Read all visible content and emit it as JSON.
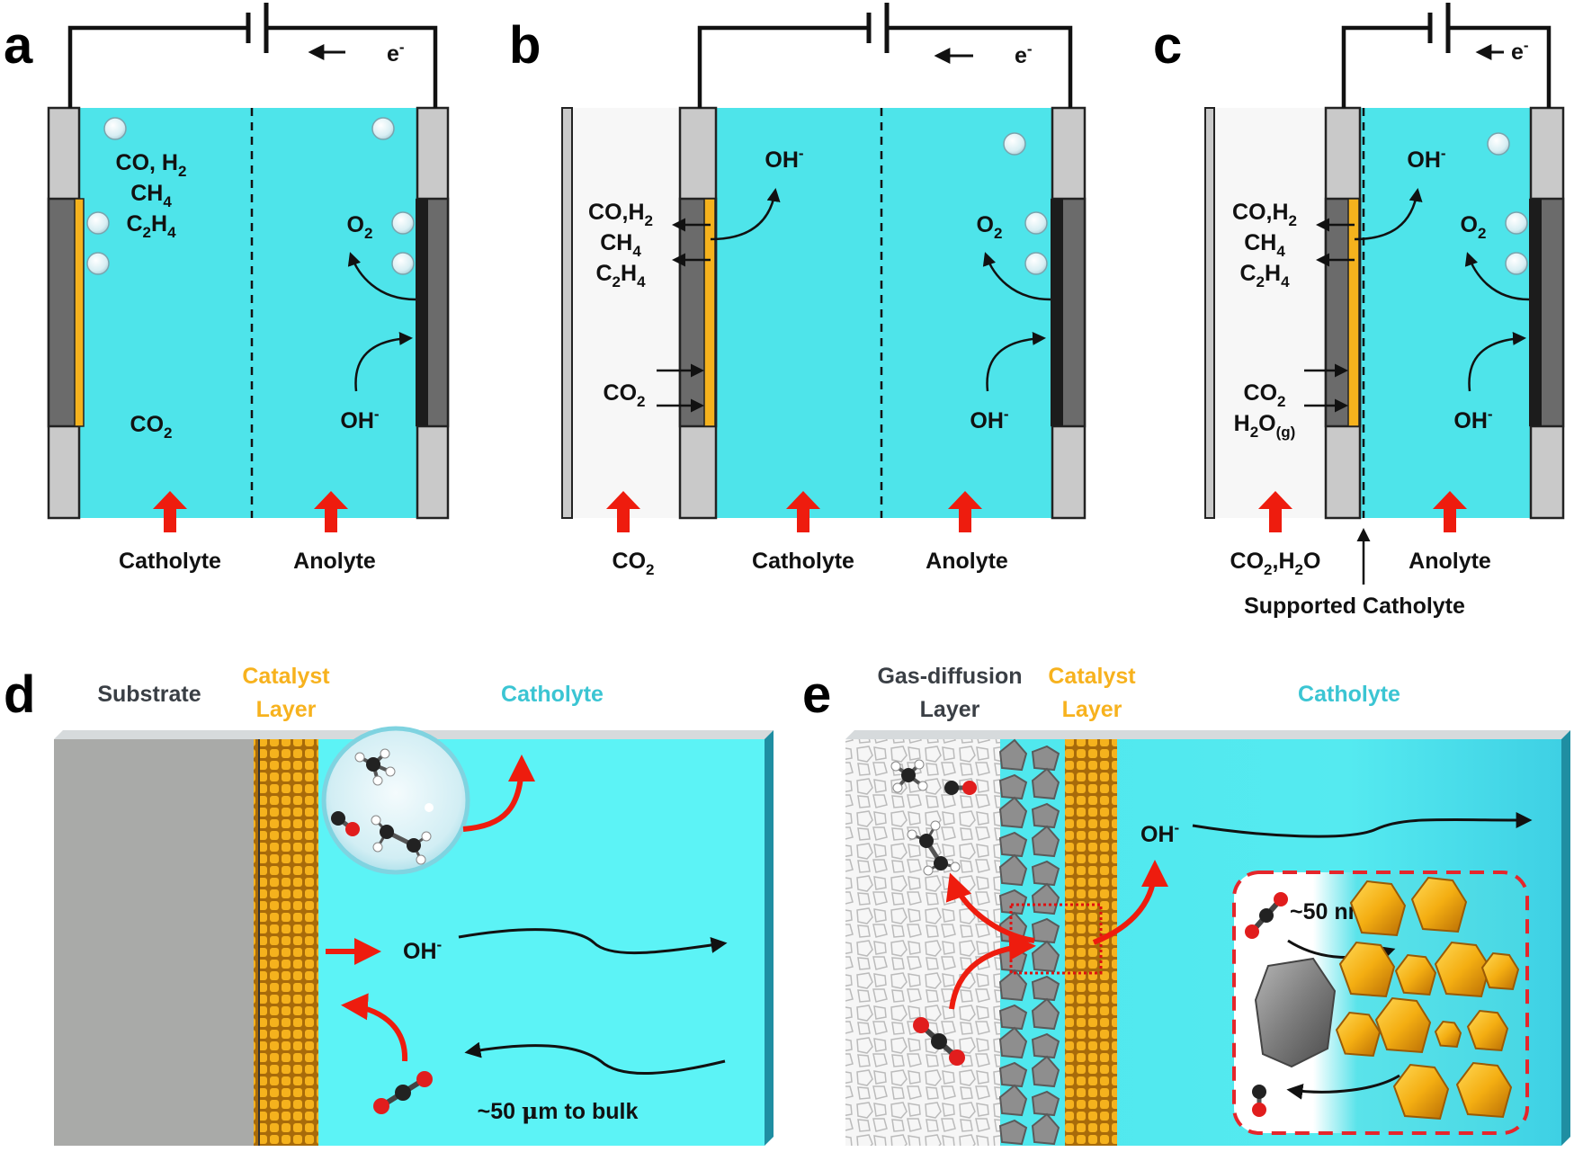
{
  "panels": {
    "a": {
      "letter": "a",
      "electron": "e",
      "electron_sup": "-",
      "cathode_products": [
        {
          "parts": [
            {
              "t": "CO, H"
            },
            {
              "t": "2",
              "s": "sub"
            }
          ]
        },
        {
          "parts": [
            {
              "t": "CH"
            },
            {
              "t": "4",
              "s": "sub"
            }
          ]
        },
        {
          "parts": [
            {
              "t": "C"
            },
            {
              "t": "2",
              "s": "sub"
            },
            {
              "t": "H"
            },
            {
              "t": "4",
              "s": "sub"
            }
          ]
        }
      ],
      "cathode_reactant": [
        {
          "t": "CO"
        },
        {
          "t": "2",
          "s": "sub"
        }
      ],
      "anode_product": [
        {
          "t": "O"
        },
        {
          "t": "2",
          "s": "sub"
        }
      ],
      "anode_reactant": [
        {
          "t": "OH"
        },
        {
          "t": "-",
          "s": "sup"
        }
      ],
      "inlet_1": "Catholyte",
      "inlet_2": "Anolyte"
    },
    "b": {
      "letter": "b",
      "electron": "e",
      "electron_sup": "-",
      "hydroxide": [
        {
          "t": "OH"
        },
        {
          "t": "-",
          "s": "sup"
        }
      ],
      "cathode_products": [
        {
          "parts": [
            {
              "t": "CO,H"
            },
            {
              "t": "2",
              "s": "sub"
            }
          ]
        },
        {
          "parts": [
            {
              "t": "CH"
            },
            {
              "t": "4",
              "s": "sub"
            }
          ]
        },
        {
          "parts": [
            {
              "t": "C"
            },
            {
              "t": "2",
              "s": "sub"
            },
            {
              "t": "H"
            },
            {
              "t": "4",
              "s": "sub"
            }
          ]
        }
      ],
      "gas_reactant": [
        {
          "t": "CO"
        },
        {
          "t": "2",
          "s": "sub"
        }
      ],
      "anode_product": [
        {
          "t": "O"
        },
        {
          "t": "2",
          "s": "sub"
        }
      ],
      "anode_reactant": [
        {
          "t": "OH"
        },
        {
          "t": "-",
          "s": "sup"
        }
      ],
      "inlet_1": [
        {
          "t": "CO"
        },
        {
          "t": "2",
          "s": "sub"
        }
      ],
      "inlet_2": "Catholyte",
      "inlet_3": "Anolyte"
    },
    "c": {
      "letter": "c",
      "electron": "e",
      "electron_sup": "-",
      "hydroxide": [
        {
          "t": "OH"
        },
        {
          "t": "-",
          "s": "sup"
        }
      ],
      "cathode_products": [
        {
          "parts": [
            {
              "t": "CO,H"
            },
            {
              "t": "2",
              "s": "sub"
            }
          ]
        },
        {
          "parts": [
            {
              "t": "CH"
            },
            {
              "t": "4",
              "s": "sub"
            }
          ]
        },
        {
          "parts": [
            {
              "t": "C"
            },
            {
              "t": "2",
              "s": "sub"
            },
            {
              "t": "H"
            },
            {
              "t": "4",
              "s": "sub"
            }
          ]
        }
      ],
      "gas_reactants": [
        {
          "parts": [
            {
              "t": "CO"
            },
            {
              "t": "2",
              "s": "sub"
            }
          ]
        },
        {
          "parts": [
            {
              "t": "H"
            },
            {
              "t": "2",
              "s": "sub"
            },
            {
              "t": "O"
            },
            {
              "t": "(g)",
              "s": "sub"
            }
          ]
        }
      ],
      "anode_product": [
        {
          "t": "O"
        },
        {
          "t": "2",
          "s": "sub"
        }
      ],
      "anode_reactant": [
        {
          "t": "OH"
        },
        {
          "t": "-",
          "s": "sup"
        }
      ],
      "inlet_1": [
        {
          "t": "CO"
        },
        {
          "t": "2",
          "s": "sub"
        },
        {
          "t": ",H"
        },
        {
          "t": "2",
          "s": "sub"
        },
        {
          "t": "O"
        }
      ],
      "inlet_2": "Anolyte",
      "supported_label": "Supported Catholyte"
    },
    "d": {
      "letter": "d",
      "substrate": "Substrate",
      "catalyst_1": "Catalyst",
      "catalyst_2": "Layer",
      "catholyte": "Catholyte",
      "hydroxide": [
        {
          "t": "OH"
        },
        {
          "t": "-",
          "s": "sup"
        }
      ],
      "distance": [
        {
          "t": "~50 "
        },
        {
          "t": "μ",
          "f": "serif"
        },
        {
          "t": "m to bulk"
        }
      ]
    },
    "e": {
      "letter": "e",
      "gdl_1": "Gas-diffusion",
      "gdl_2": "Layer",
      "catalyst_1": "Catalyst",
      "catalyst_2": "Layer",
      "catholyte": "Catholyte",
      "hydroxide": [
        {
          "t": "OH"
        },
        {
          "t": "-",
          "s": "sup"
        }
      ],
      "particle_size": "~50 nm"
    }
  },
  "colors": {
    "electrolyte": "#4ee4ea",
    "electrolyte_light": "#5ef2f6",
    "gas_chamber": "#f7f7f7",
    "frame_light": "#c9c9c9",
    "electrode_dark": "#6b6b6b",
    "anode_black": "#1c1c1c",
    "catalyst": "#f5b21d",
    "red_arrow": "#ee1c0e",
    "substrate": "#a9aaa8",
    "label_dark": "#3a3f45",
    "label_catalyst": "#f7b21e",
    "label_catholyte": "#3bc5d3",
    "border_red": "#e5262b"
  }
}
